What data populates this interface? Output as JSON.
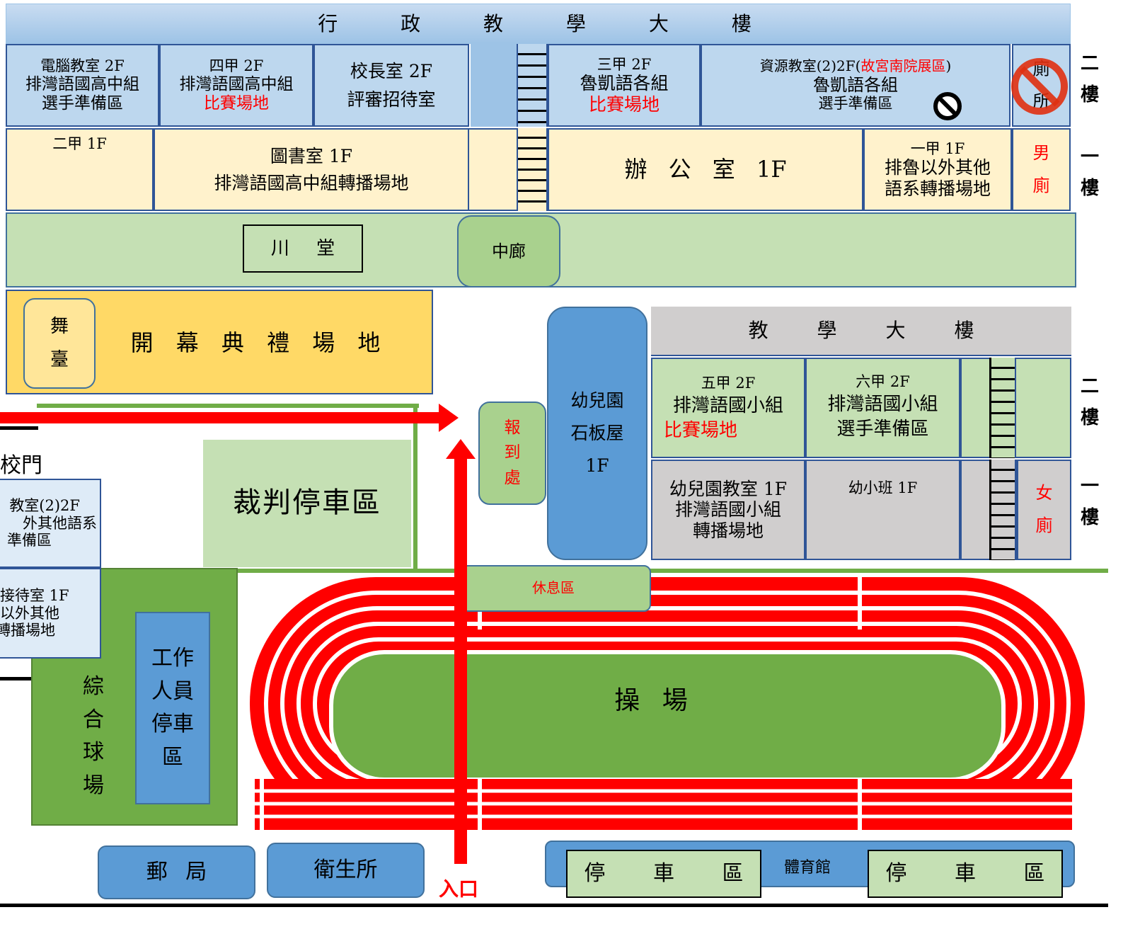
{
  "admin_building": {
    "title": "行 政 教 學 大 樓",
    "floor2": {
      "computer_room": {
        "l1": "電腦教室 2F",
        "l2": "排灣語國高中組",
        "l3": "選手準備區"
      },
      "class_4a": {
        "l1": "四甲 2F",
        "l2": "排灣語國高中組",
        "l3": "比賽場地"
      },
      "principal": {
        "l1": "校長室 2F",
        "l2": "評審招待室"
      },
      "class_3a": {
        "l1": "三甲 2F",
        "l2": "魯凱語各組",
        "l3": "比賽場地"
      },
      "resource_room": {
        "l1a": "資源教室(2)2F(",
        "l1b": "故宮南院展區",
        "l1c": ")",
        "l2": "魯凱語各組",
        "l3": "選手準備區"
      },
      "toilet": "廁所"
    },
    "floor1": {
      "class_2a": "二甲 1F",
      "library": {
        "l1": "圖書室 1F",
        "l2": "排灣語國高中組轉播場地"
      },
      "office": "辦 公 室 1F",
      "class_1a": {
        "l1": "一甲 1F",
        "l2": "排魯以外其他",
        "l3": "語系轉播場地"
      },
      "mens_toilet": "男廁"
    }
  },
  "floor_labels": {
    "second": "二樓",
    "first": "一樓"
  },
  "corridor": {
    "chuan_hall": "川 堂",
    "middle_corridor": "中廊"
  },
  "opening_ceremony": {
    "stage": "舞臺",
    "label": "開 幕 典 禮 場 地"
  },
  "teaching_building": {
    "title": "教 學 大 樓",
    "class_5a": {
      "l1": "五甲 2F",
      "l2": "排灣語國小組",
      "l3": "比賽場地"
    },
    "class_6a": {
      "l1": "六甲 2F",
      "l2": "排灣語國小組",
      "l3": "選手準備區"
    },
    "kindergarten_room": {
      "l1": "幼兒園教室 1F",
      "l2": "排灣語國小組",
      "l3": "轉播場地"
    },
    "small_class": "幼小班 1F",
    "womens_toilet": "女廁"
  },
  "kindergarten_slate_house": {
    "l1": "幼兒園",
    "l2": "石板屋",
    "l3": "1F"
  },
  "registration": "報到處",
  "judge_parking": "裁判停車區",
  "school_gate": "校門",
  "left_partial": {
    "upper": {
      "l1": "教室(2)2F",
      "l2": "外其他語系",
      "l3": "準備區"
    },
    "lower": {
      "l1": "接待室 1F",
      "l2": "以外其他",
      "l3": "轉播場地"
    }
  },
  "rest_area": "休息區",
  "sports_court": "綜合球場",
  "staff_parking": "工作人員停車區",
  "playground": "操 場",
  "post_office": "郵 局",
  "health_center": "衛生所",
  "entrance": "入口",
  "gymnasium": "體育館",
  "parking": "停 車 區",
  "colors": {
    "route_red": "#ff0000",
    "track_red": "#ff0000",
    "field_green": "#70ad47"
  }
}
